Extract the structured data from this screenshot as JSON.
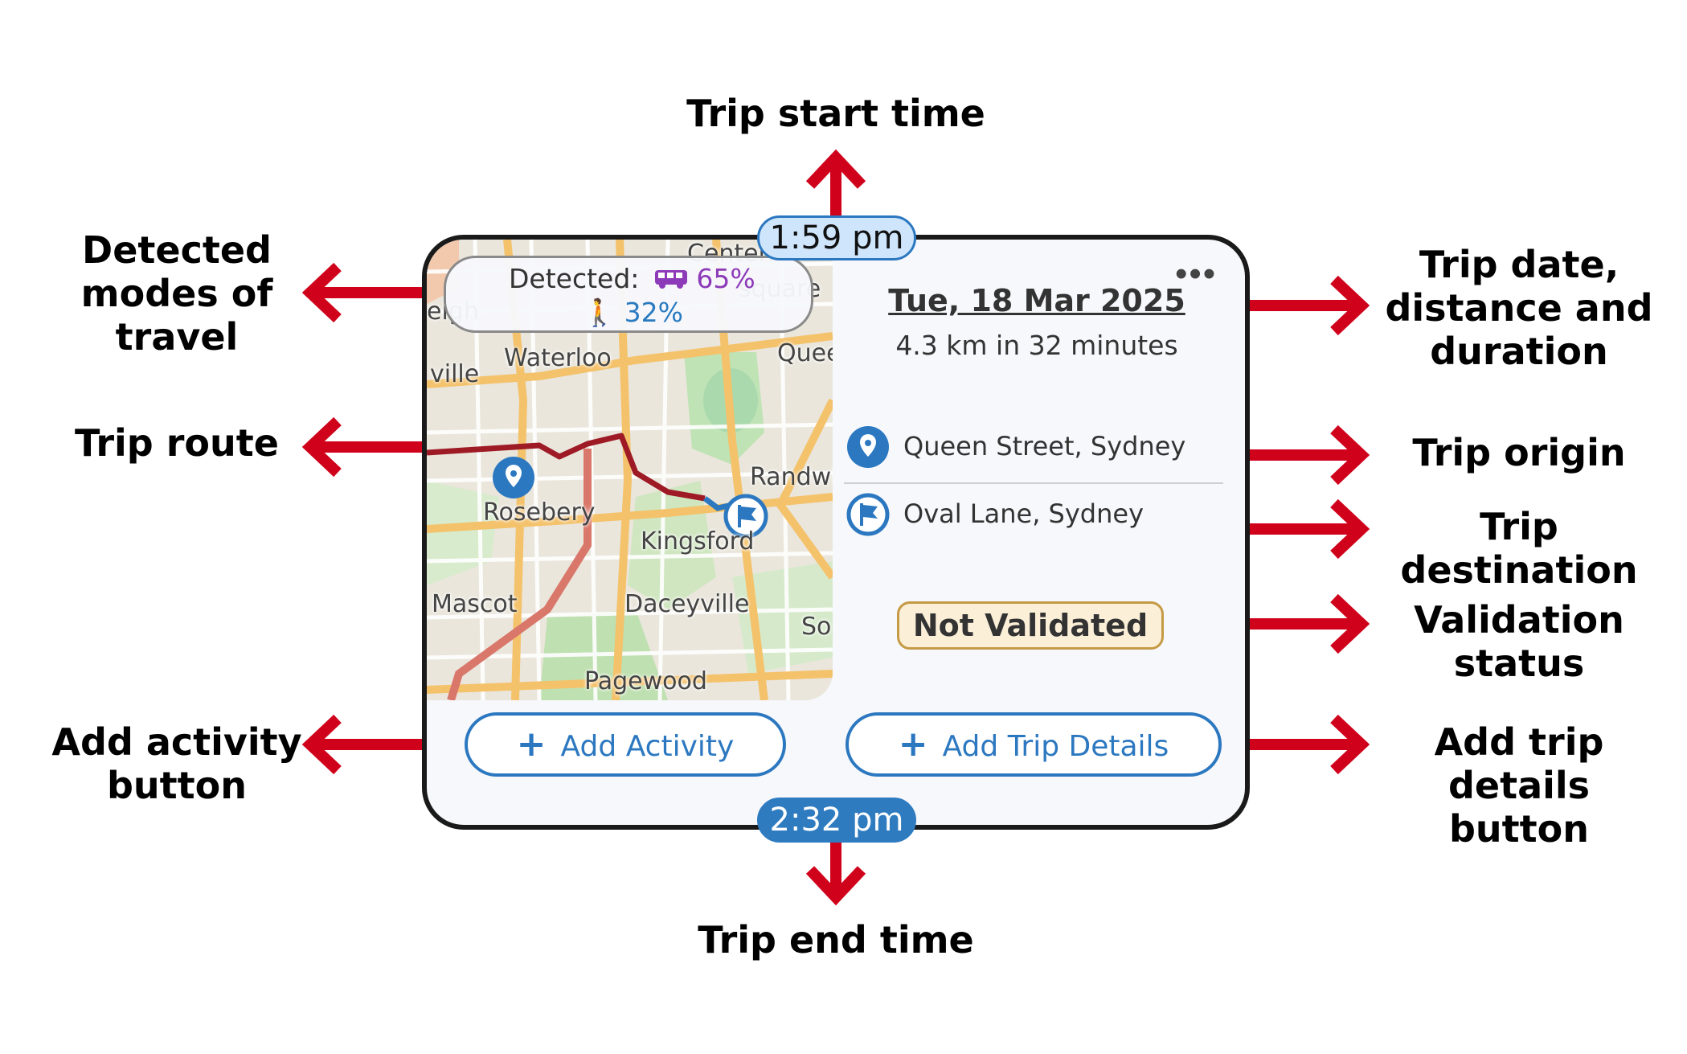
{
  "annotations": {
    "start_time": "Trip start time",
    "end_time": "Trip end time",
    "modes": "Detected\nmodes of\ntravel",
    "route": "Trip route",
    "add_activity": "Add activity\nbutton",
    "date_info": "Trip date,\ndistance and\nduration",
    "origin": "Trip origin",
    "destination": "Trip destination",
    "validation": "Validation\nstatus",
    "add_details": "Add trip\ndetails button"
  },
  "colors": {
    "arrow": "#d0021b",
    "accent_blue": "#2c78c0",
    "bus_purple": "#8c3ab8",
    "route_red": "#9e1b26",
    "status_bg": "#fbefd8",
    "status_border": "#c59a45"
  },
  "trip": {
    "start_time": "1:59 pm",
    "end_time": "2:32 pm",
    "date": "Tue, 18 Mar 2025",
    "distance_duration": "4.3 km in 32 minutes",
    "origin": "Queen Street, Sydney",
    "destination": "Oval Lane, Sydney",
    "status": "Not Validated",
    "more_glyph": "•••"
  },
  "detected": {
    "label": "Detected:",
    "bus_icon": "bus-icon",
    "bus_pct": "65%",
    "walk_icon": "walk-icon",
    "walk_glyph": "🚶",
    "walk_pct": "32%"
  },
  "map": {
    "labels": [
      "Waterloo",
      "Quee",
      "ville",
      "Randwi",
      "Rosebery",
      "Kingsford",
      "Mascot",
      "Daceyville",
      "So",
      "Pagewood",
      "Centen",
      "square",
      "eigh"
    ]
  },
  "buttons": {
    "plus": "+",
    "add_activity": "Add Activity",
    "add_trip_details": "Add Trip Details"
  }
}
